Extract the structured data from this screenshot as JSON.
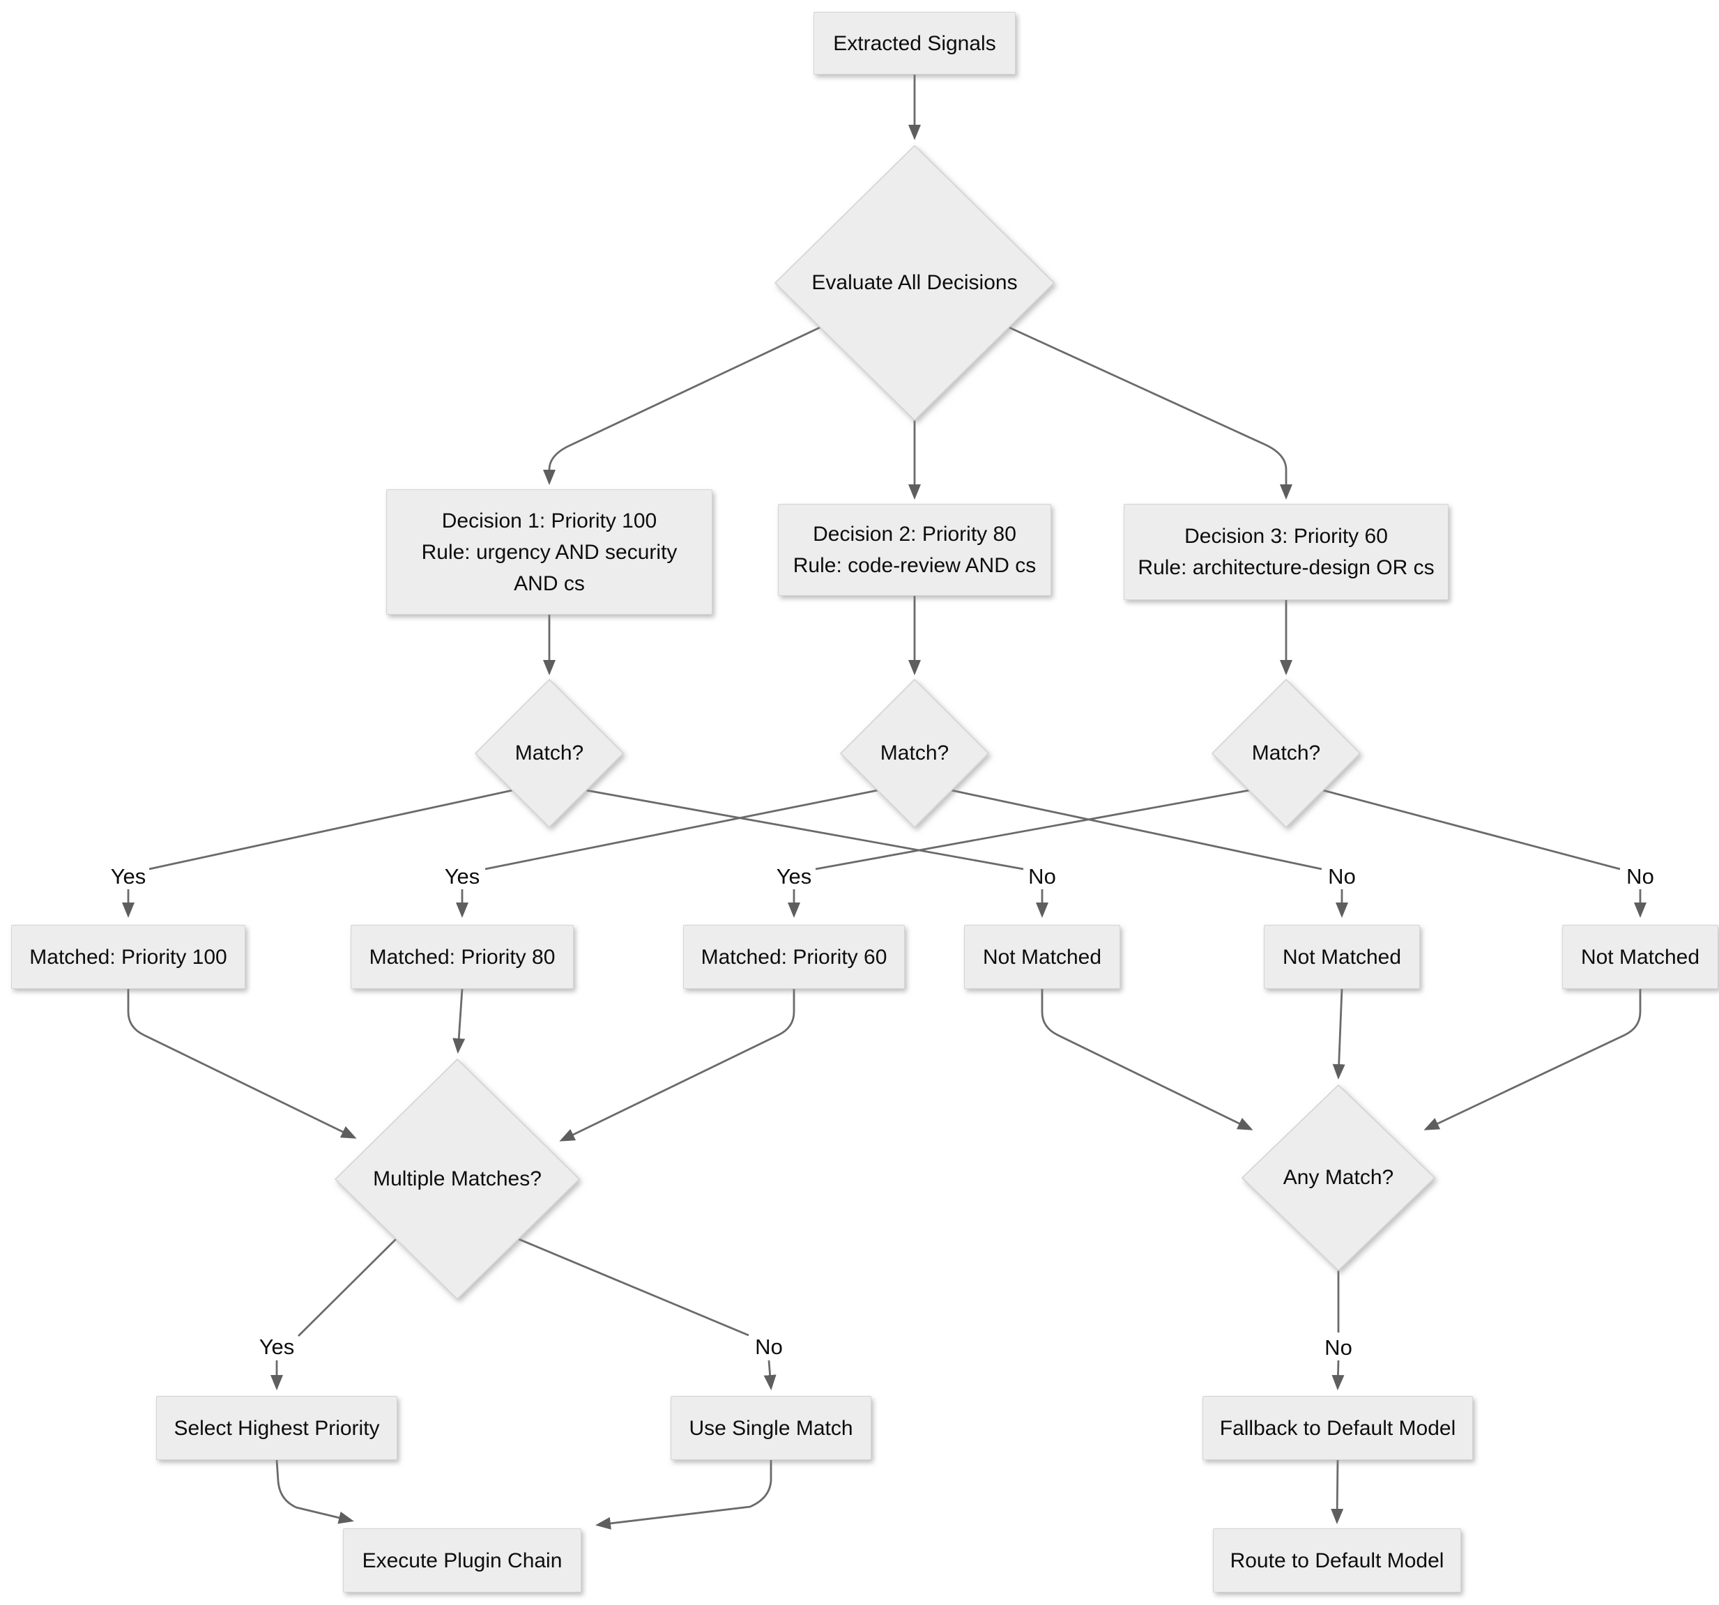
{
  "diagram": {
    "type": "flowchart",
    "direction": "top-down",
    "colors": {
      "background": "#ffffff",
      "node_fill": "#ededed",
      "node_border": "#d4d4d4",
      "edge": "#6a6a6a",
      "arrowhead": "#5e5e5e",
      "text": "#0d0d0d"
    },
    "nodes": {
      "extracted_signals": {
        "shape": "rect",
        "label": "Extracted Signals"
      },
      "evaluate_all_decisions": {
        "shape": "diamond",
        "label": "Evaluate All Decisions"
      },
      "decision1": {
        "shape": "rect",
        "lines": [
          "Decision 1: Priority 100",
          "Rule: urgency AND security",
          "AND cs"
        ]
      },
      "decision2": {
        "shape": "rect",
        "lines": [
          "Decision 2: Priority 80",
          "Rule: code-review AND cs"
        ]
      },
      "decision3": {
        "shape": "rect",
        "lines": [
          "Decision 3: Priority 60",
          "Rule: architecture-design OR cs"
        ]
      },
      "match1": {
        "shape": "diamond",
        "label": "Match?"
      },
      "match2": {
        "shape": "diamond",
        "label": "Match?"
      },
      "match3": {
        "shape": "diamond",
        "label": "Match?"
      },
      "matched_100": {
        "shape": "rect",
        "label": "Matched: Priority 100"
      },
      "matched_80": {
        "shape": "rect",
        "label": "Matched: Priority 80"
      },
      "matched_60": {
        "shape": "rect",
        "label": "Matched: Priority 60"
      },
      "not_matched_1": {
        "shape": "rect",
        "label": "Not Matched"
      },
      "not_matched_2": {
        "shape": "rect",
        "label": "Not Matched"
      },
      "not_matched_3": {
        "shape": "rect",
        "label": "Not Matched"
      },
      "multiple_matches": {
        "shape": "diamond",
        "label": "Multiple Matches?"
      },
      "any_match": {
        "shape": "diamond",
        "label": "Any Match?"
      },
      "select_highest": {
        "shape": "rect",
        "label": "Select Highest Priority"
      },
      "use_single": {
        "shape": "rect",
        "label": "Use Single Match"
      },
      "fallback_default": {
        "shape": "rect",
        "label": "Fallback to Default Model"
      },
      "execute_chain": {
        "shape": "rect",
        "label": "Execute Plugin Chain"
      },
      "route_default": {
        "shape": "rect",
        "label": "Route to Default Model"
      }
    },
    "edge_labels": {
      "yes": "Yes",
      "no": "No"
    }
  }
}
